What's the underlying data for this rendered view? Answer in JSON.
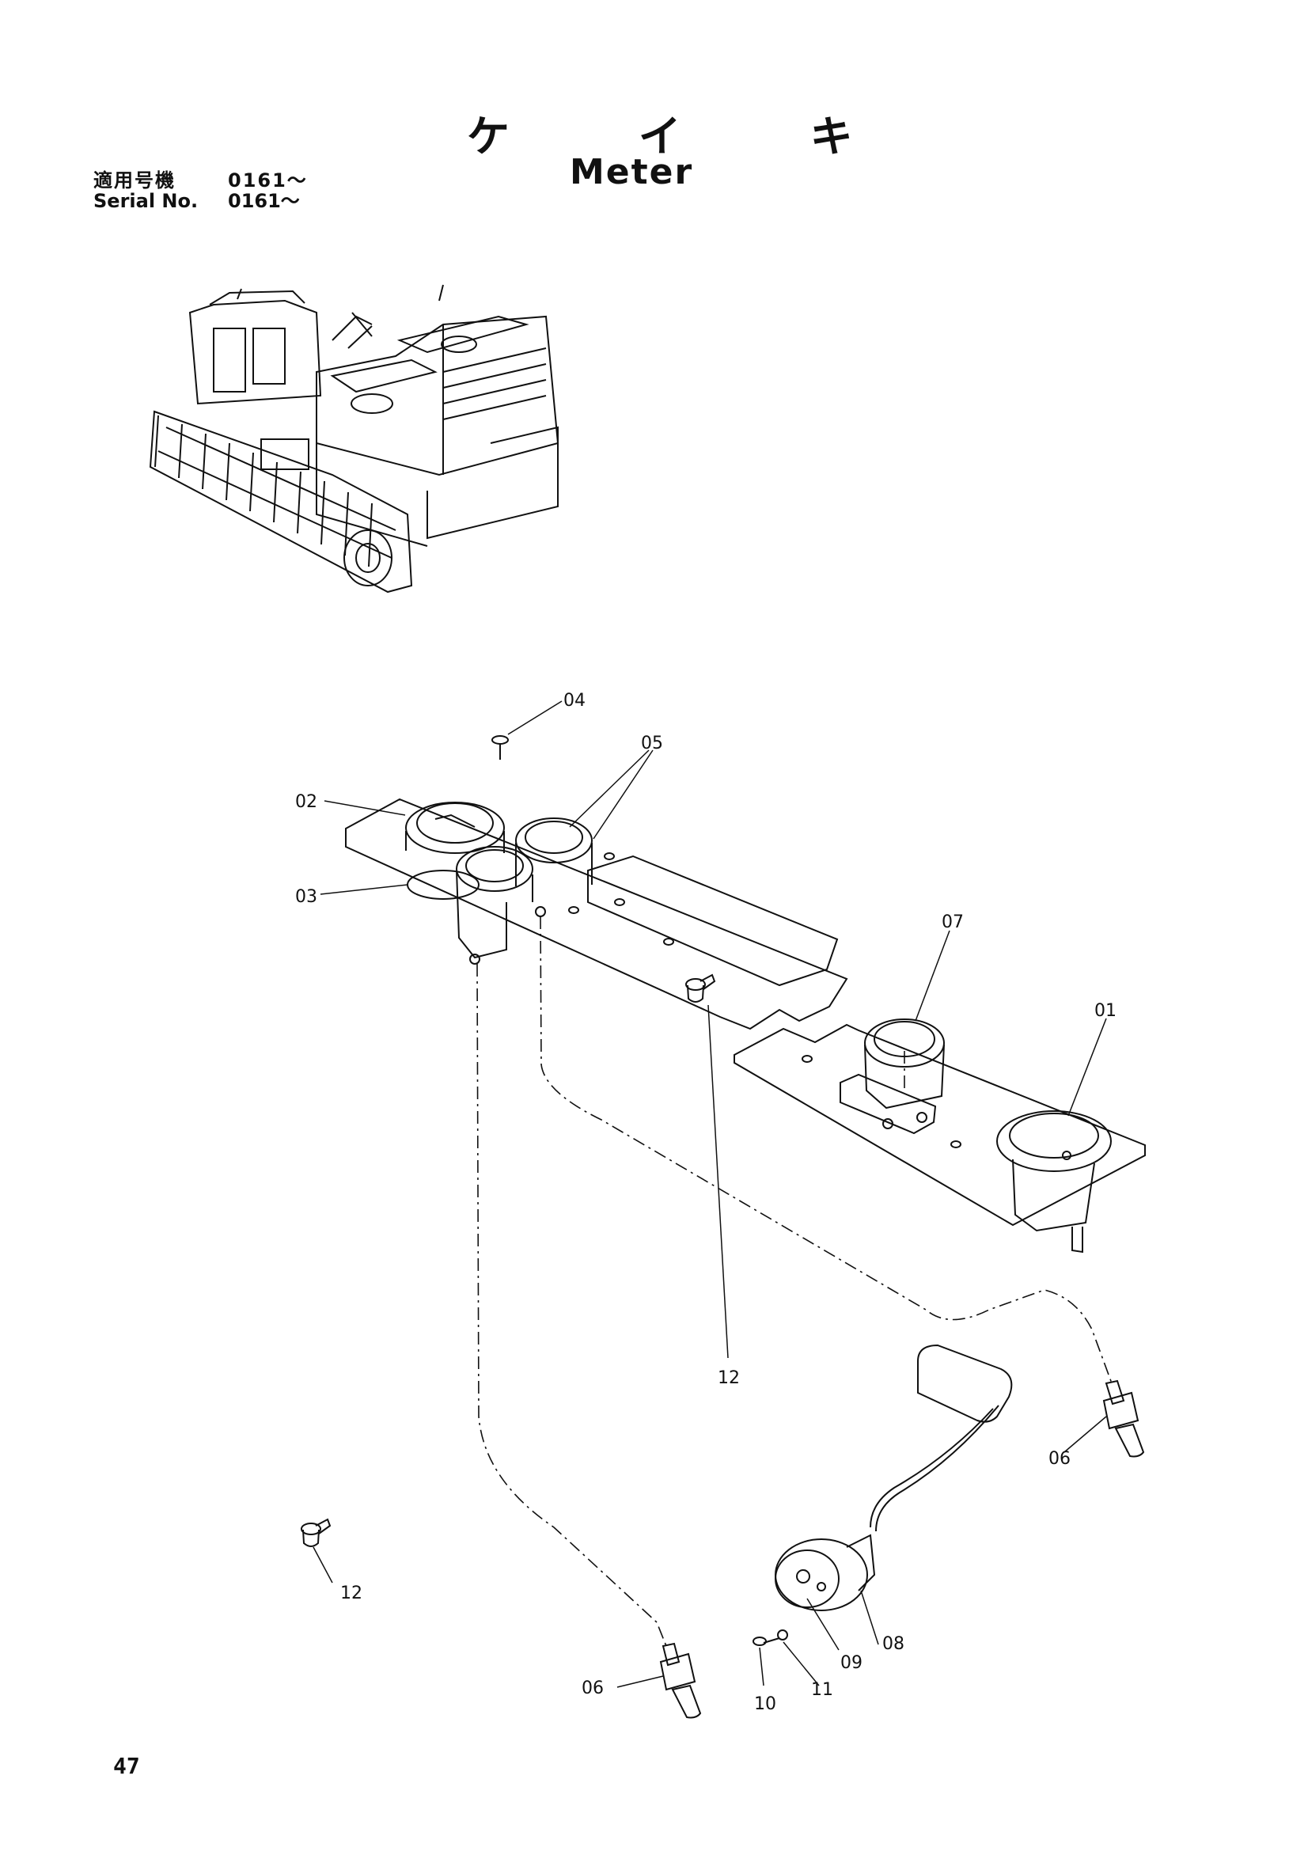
{
  "header": {
    "title_ja": "ケ イ キ",
    "title_en": "Meter",
    "serial_ja_label": "適用号機",
    "serial_ja_value": "0161～",
    "serial_en_label": "Serial No.",
    "serial_en_value": "0161～"
  },
  "callouts": [
    "04",
    "05",
    "02",
    "03",
    "07",
    "01",
    "12",
    "12",
    "06",
    "06",
    "08",
    "09",
    "11",
    "10"
  ],
  "page_number": "47"
}
